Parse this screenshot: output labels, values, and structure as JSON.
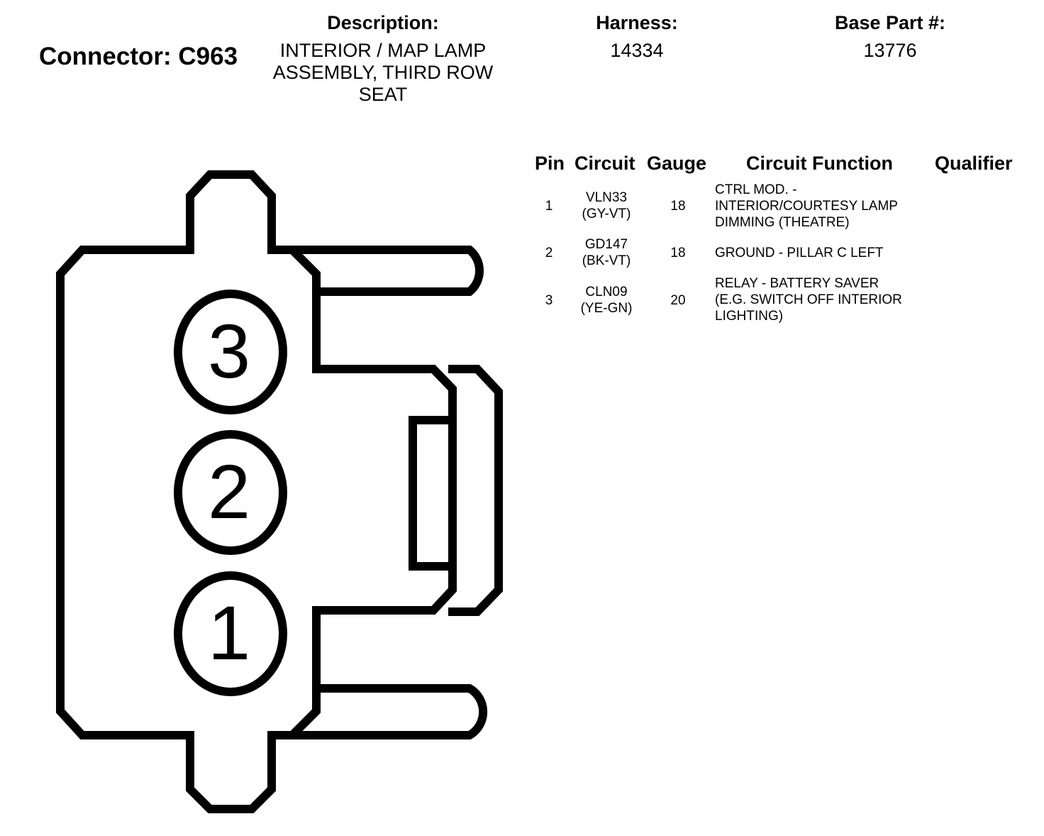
{
  "header": {
    "connector_label": "Connector: C963",
    "description_label": "Description:",
    "description_lines": [
      "INTERIOR / MAP LAMP",
      "ASSEMBLY, THIRD ROW",
      "SEAT"
    ],
    "harness_label": "Harness:",
    "harness_value": "14334",
    "base_part_label": "Base Part #:",
    "base_part_value": "13776"
  },
  "table": {
    "columns": [
      "Pin",
      "Circuit",
      "Gauge",
      "Circuit Function",
      "Qualifier"
    ],
    "rows": [
      {
        "pin": "1",
        "circuit": "VLN33",
        "color": "(GY-VT)",
        "gauge": "18",
        "function_lines": [
          "CTRL MOD. -",
          "INTERIOR/COURTESY LAMP",
          "DIMMING (THEATRE)"
        ],
        "qualifier": ""
      },
      {
        "pin": "2",
        "circuit": "GD147",
        "color": "(BK-VT)",
        "gauge": "18",
        "function_lines": [
          "GROUND - PILLAR C LEFT"
        ],
        "qualifier": ""
      },
      {
        "pin": "3",
        "circuit": "CLN09",
        "color": "(YE-GN)",
        "gauge": "20",
        "function_lines": [
          "RELAY - BATTERY SAVER",
          "(E.G. SWITCH OFF INTERIOR",
          "LIGHTING)"
        ],
        "qualifier": ""
      }
    ]
  },
  "diagram": {
    "pin_labels": [
      "3",
      "2",
      "1"
    ]
  },
  "colors": {
    "stroke": "#000000",
    "background": "#ffffff"
  }
}
